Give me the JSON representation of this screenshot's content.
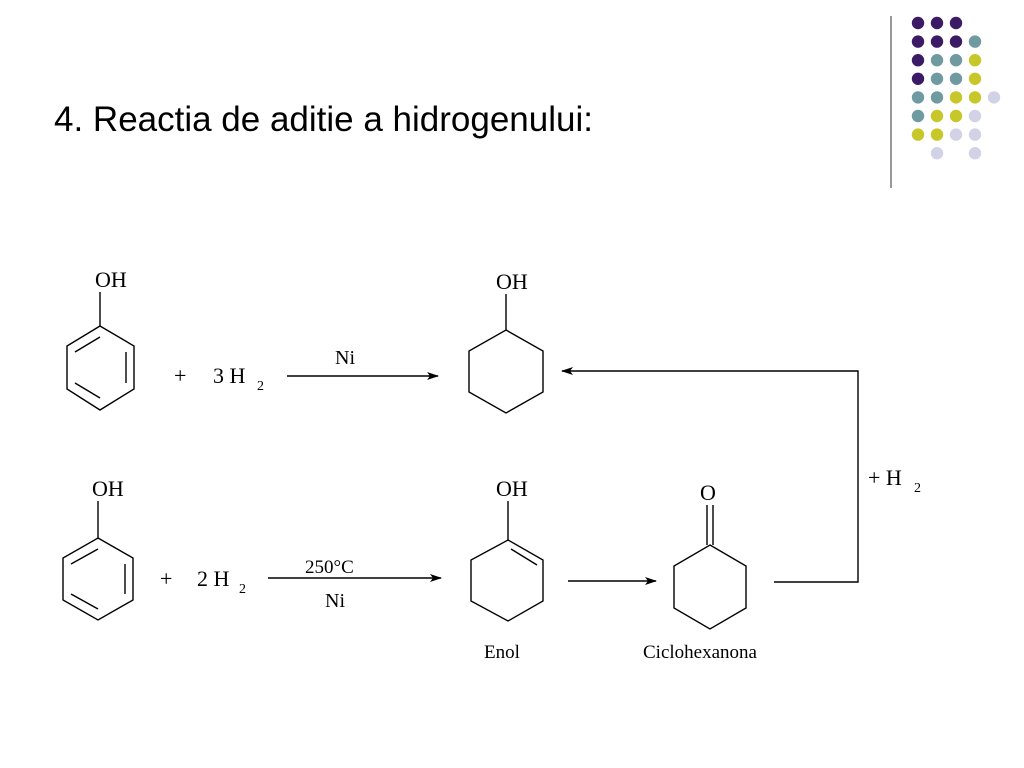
{
  "slide": {
    "title": "4. Reactia de aditie a hidrogenului:"
  },
  "decor": {
    "palette": {
      "purple": "#3b1a66",
      "teal": "#6e9aa0",
      "yellow": "#c7c72a",
      "lavender": "#d2d2e6"
    },
    "divider_color": "#555555"
  },
  "reaction": {
    "oh": "OH",
    "o": "O",
    "plus": "+",
    "eq1": {
      "h2_coef": "3 H",
      "h2_sub": "2",
      "catalyst": "Ni"
    },
    "eq2": {
      "h2_coef": "2 H",
      "h2_sub": "2",
      "temperature": "250°C",
      "catalyst": "Ni",
      "enol_label": "Enol",
      "ketone_label": "Ciclohexanona"
    },
    "side": {
      "plus_h": "+ H",
      "h_sub": "2"
    }
  }
}
